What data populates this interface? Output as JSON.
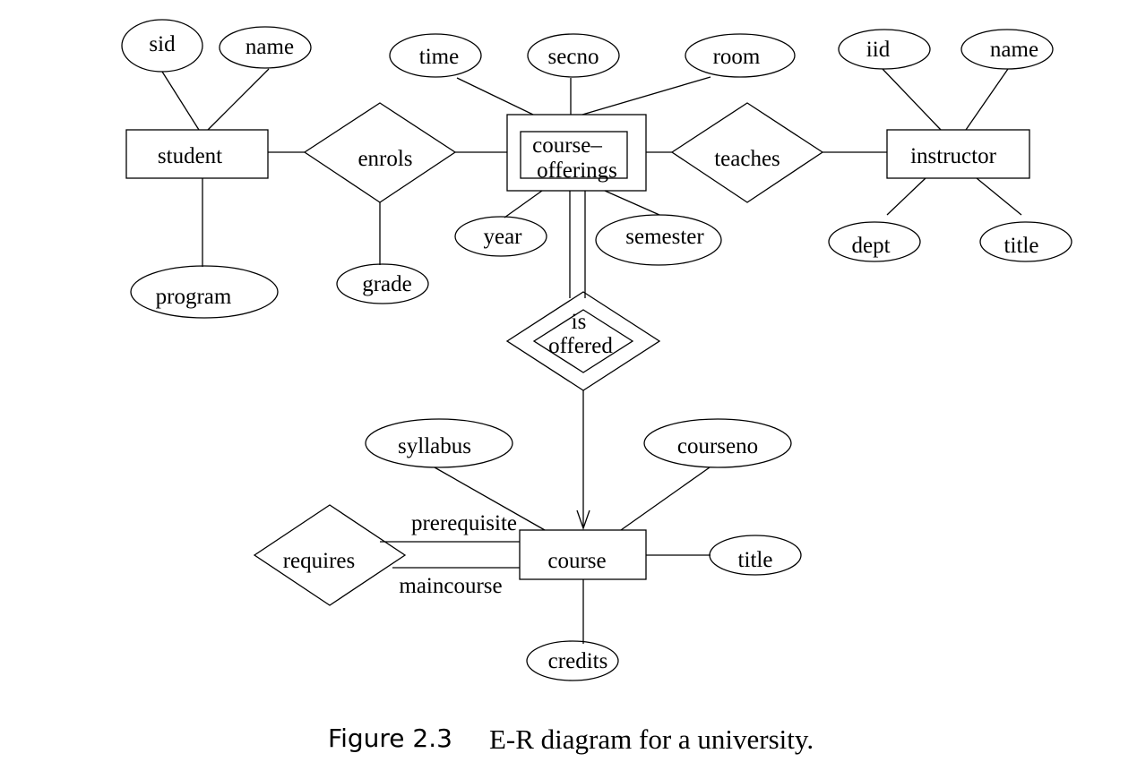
{
  "diagram": {
    "entities": {
      "student": "student",
      "course_offerings_line1": "course–",
      "course_offerings_line2": "offerings",
      "instructor": "instructor",
      "course": "course"
    },
    "relationships": {
      "enrols": "enrols",
      "teaches": "teaches",
      "is_offered_line1": "is",
      "is_offered_line2": "offered",
      "requires": "requires"
    },
    "attributes": {
      "student_sid": "sid",
      "student_name": "name",
      "student_program": "program",
      "enrols_grade": "grade",
      "offering_time": "time",
      "offering_secno": "secno",
      "offering_room": "room",
      "offering_year": "year",
      "offering_semester": "semester",
      "instructor_iid": "iid",
      "instructor_name": "name",
      "instructor_dept": "dept",
      "instructor_title": "title",
      "course_syllabus": "syllabus",
      "course_courseno": "courseno",
      "course_title": "title",
      "course_credits": "credits"
    },
    "roles": {
      "prerequisite": "prerequisite",
      "maincourse": "maincourse"
    }
  },
  "caption": {
    "number": "Figure 2.3",
    "text": "E-R diagram for a university."
  }
}
